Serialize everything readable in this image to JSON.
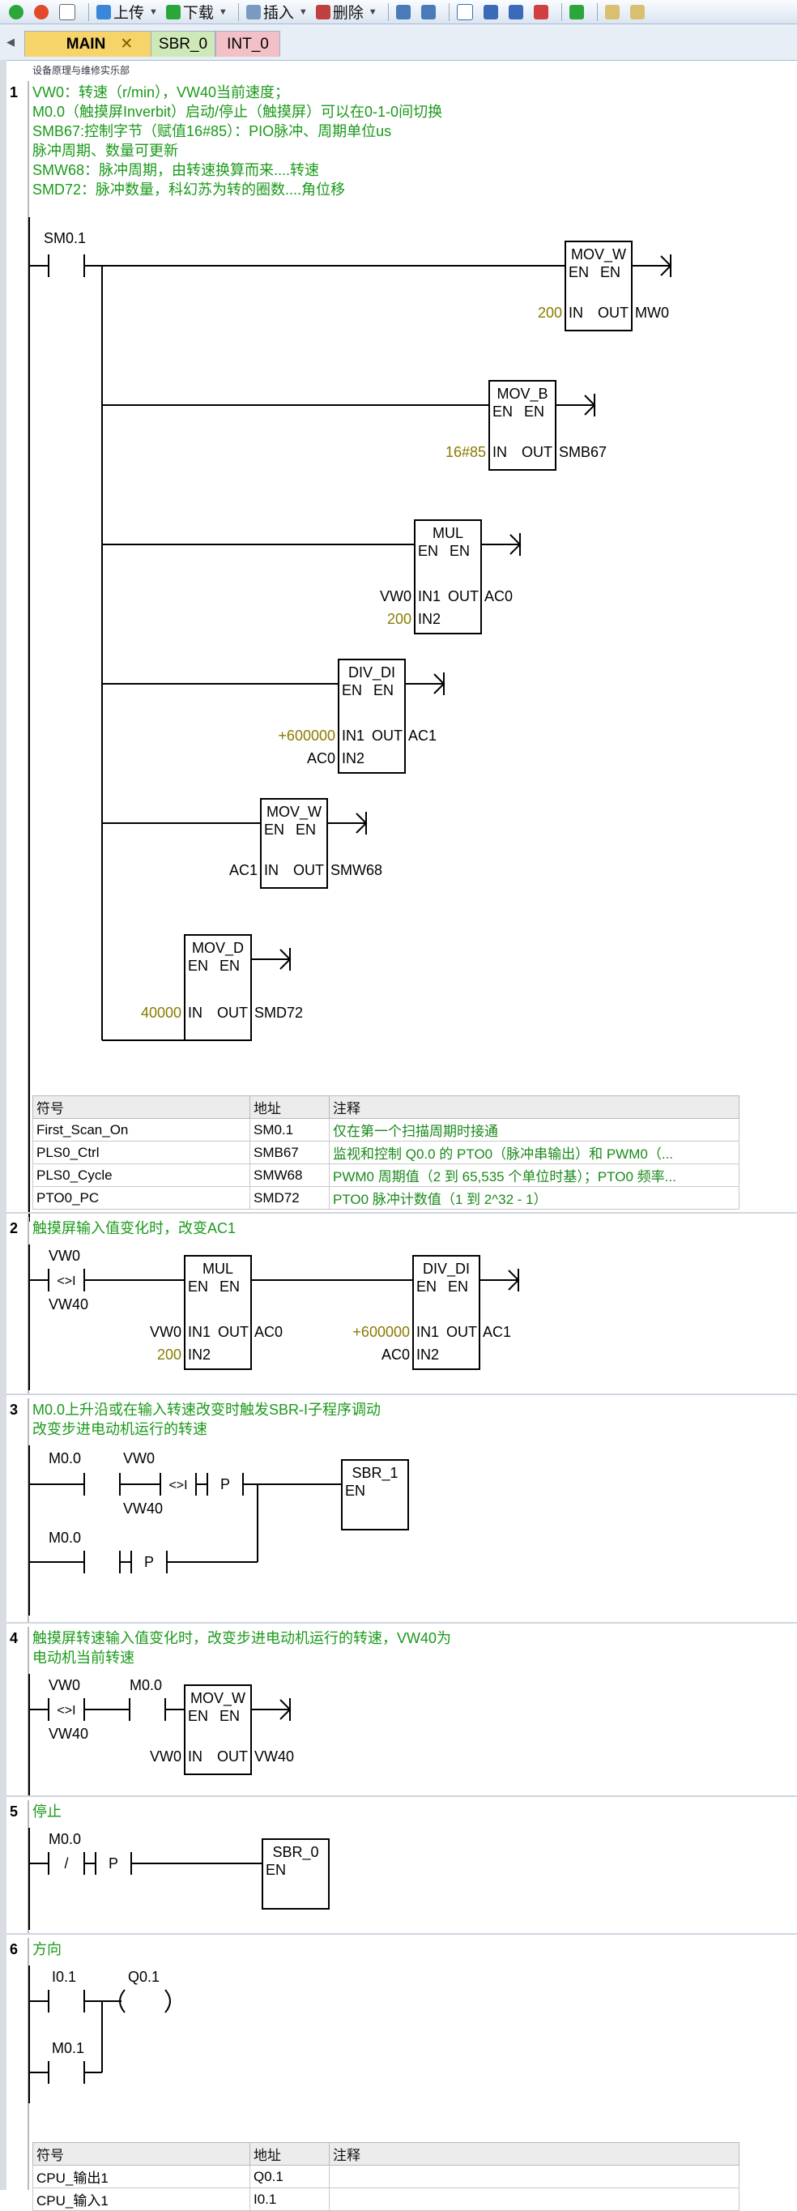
{
  "toolbar": {
    "upload": "上传",
    "download": "下载",
    "insert": "插入",
    "delete": "删除"
  },
  "tabs": [
    "MAIN",
    "SBR_0",
    "INT_0"
  ],
  "program_title": "设备原理与维修实乐部",
  "networks": [
    {
      "number": "1",
      "comment": [
        "VW0：转速（r/min），VW40当前速度；",
        "M0.0（触摸屏Inverbit）启动/停止（触摸屏）可以在0-1-0间切换",
        "SMB67:控制字节（赋值16#85）：PIO脉冲、周期单位us",
        "脉冲周期、数量可更新",
        "SMW68：脉冲周期，由转速换算而来....转速",
        "SMD72：脉冲数量，科幻苏为转的圈数....角位移"
      ],
      "contact": "SM0.1",
      "boxes": [
        {
          "title": "MOV_W",
          "in": [
            "200"
          ],
          "in_pins": [
            "IN"
          ],
          "out_pin": "OUT",
          "out": "MW0"
        },
        {
          "title": "MOV_B",
          "in": [
            "16#85"
          ],
          "in_pins": [
            "IN"
          ],
          "out_pin": "OUT",
          "out": "SMB67"
        },
        {
          "title": "MUL",
          "in": [
            "VW0",
            "200"
          ],
          "in_pins": [
            "IN1",
            "IN2"
          ],
          "out_pin": "OUT",
          "out": "AC0"
        },
        {
          "title": "DIV_DI",
          "in": [
            "+600000",
            "AC0"
          ],
          "in_pins": [
            "IN1",
            "IN2"
          ],
          "out_pin": "OUT",
          "out": "AC1"
        },
        {
          "title": "MOV_W",
          "in": [
            "AC1"
          ],
          "in_pins": [
            "IN"
          ],
          "out_pin": "OUT",
          "out": "SMW68"
        },
        {
          "title": "MOV_D",
          "in": [
            "40000"
          ],
          "in_pins": [
            "IN"
          ],
          "out_pin": "OUT",
          "out": "SMD72"
        }
      ],
      "en": "EN",
      "eno": "EN",
      "symbol_table": {
        "headers": [
          "符号",
          "地址",
          "注释"
        ],
        "rows": [
          [
            "First_Scan_On",
            "SM0.1",
            "仅在第一个扫描周期时接通"
          ],
          [
            "PLS0_Ctrl",
            "SMB67",
            "监视和控制 Q0.0 的 PTO0（脉冲串输出）和 PWM0（..."
          ],
          [
            "PLS0_Cycle",
            "SMW68",
            "PWM0 周期值（2 到 65,535 个单位时基）；PTO0 频率..."
          ],
          [
            "PTO0_PC",
            "SMD72",
            "PTO0 脉冲计数值（1 到 2^32 - 1）"
          ]
        ]
      }
    },
    {
      "number": "2",
      "comment": [
        "触摸屏输入值变化时，改变AC1"
      ],
      "contact_top": "VW0",
      "contact_op": "<>I",
      "contact_bottom": "VW40",
      "boxes": [
        {
          "title": "MUL",
          "in": [
            "VW0",
            "200"
          ],
          "in_pins": [
            "IN1",
            "IN2"
          ],
          "out_pin": "OUT",
          "out": "AC0"
        },
        {
          "title": "DIV_DI",
          "in": [
            "+600000",
            "AC0"
          ],
          "in_pins": [
            "IN1",
            "IN2"
          ],
          "out_pin": "OUT",
          "out": "AC1"
        }
      ]
    },
    {
      "number": "3",
      "comment": [
        "M0.0上升沿或在输入转速改变时触发SBR-I子程序调动",
        "改变步进电动机运行的转速"
      ],
      "c1": "M0.0",
      "c2_top": "VW0",
      "c2_op": "<>I",
      "c2_bottom": "VW40",
      "p": "P",
      "c3": "M0.0",
      "call": "SBR_1",
      "call_en": "EN"
    },
    {
      "number": "4",
      "comment": [
        "触摸屏转速输入值变化时，改变步进电动机运行的转速，VW40为",
        "电动机当前转速"
      ],
      "c1_top": "VW0",
      "c1_op": "<>I",
      "c1_bottom": "VW40",
      "c2": "M0.0",
      "box": {
        "title": "MOV_W",
        "in": [
          "VW0"
        ],
        "in_pins": [
          "IN"
        ],
        "out_pin": "OUT",
        "out": "VW40"
      }
    },
    {
      "number": "5",
      "comment": [
        "停止"
      ],
      "c1": "M0.0",
      "c1_op": "/",
      "p": "P",
      "call": "SBR_0",
      "call_en": "EN"
    },
    {
      "number": "6",
      "comment": [
        "方向"
      ],
      "c1": "I0.1",
      "coil": "Q0.1",
      "c2": "M0.1",
      "symbol_table": {
        "headers": [
          "符号",
          "地址",
          "注释"
        ],
        "rows": [
          [
            "CPU_输出1",
            "Q0.1",
            ""
          ],
          [
            "CPU_输入1",
            "I0.1",
            ""
          ]
        ]
      }
    }
  ],
  "colors": {
    "comment_green": "#1a9a1a",
    "const_olive": "#8a7a00",
    "tab_main_bg": "#f6d46a",
    "tab_sbr_bg": "#cfe8b8",
    "tab_int_bg": "#f3c0c8"
  }
}
